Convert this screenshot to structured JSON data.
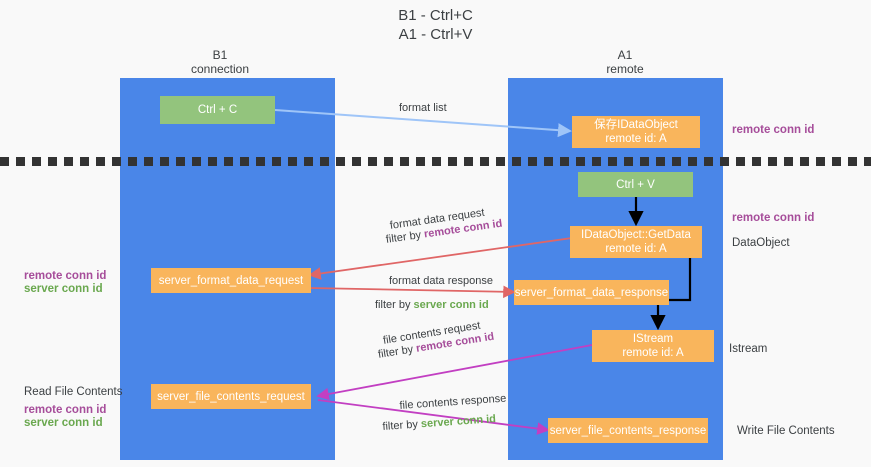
{
  "title": {
    "line1": "B1 - Ctrl+C",
    "line2": "A1 - Ctrl+V"
  },
  "columns": [
    {
      "name": "B1",
      "role": "connection"
    },
    {
      "name": "A1",
      "role": "remote"
    }
  ],
  "nodes": {
    "ctrl_c": {
      "label": "Ctrl + C",
      "color": "#93c47d"
    },
    "ctrl_v": {
      "label": "Ctrl + V",
      "color": "#93c47d"
    },
    "save_dataobject": {
      "line1": "保存IDataObject",
      "line2": "remote id: A",
      "color": "#f9b55c"
    },
    "getdata": {
      "line1": "IDataObject::GetData",
      "line2": "remote id: A",
      "color": "#f9b55c"
    },
    "istream": {
      "line1": "IStream",
      "line2": "remote id: A",
      "color": "#f9b55c"
    },
    "server_format_data_request": {
      "label": "server_format_data_request",
      "color": "#f9b55c"
    },
    "server_format_data_response": {
      "label": "server_format_data_response",
      "color": "#f9b55c"
    },
    "server_file_contents_request": {
      "label": "server_file_contents_request",
      "color": "#f9b55c"
    },
    "server_file_contents_response": {
      "label": "server_file_contents_response",
      "color": "#f9b55c"
    }
  },
  "flows": {
    "format_list": "format list",
    "format_data_request": "format data request",
    "format_data_request_filter_prefix": "filter by ",
    "format_data_request_filter_key": "remote conn id",
    "format_data_response": "format data response",
    "format_data_response_filter_prefix": "filter by ",
    "format_data_response_filter_key": "server conn id",
    "file_contents_request": "file contents request",
    "file_contents_request_filter_prefix": "filter by ",
    "file_contents_request_filter_key": "remote conn id",
    "file_contents_response": "file contents response",
    "file_contents_response_filter_prefix": "filter by ",
    "file_contents_response_filter_key": "server conn id"
  },
  "annotations": {
    "right_remote_conn_id_top": "remote conn id",
    "right_remote_conn_id_mid": "remote conn id",
    "right_dataobject": "DataObject",
    "right_istream": "Istream",
    "right_write_file_contents": "Write File Contents",
    "left_remote_conn_id": "remote conn id",
    "left_server_conn_id": "server conn id",
    "left_read_file_contents": "Read File Contents",
    "left_remote_conn_id_2": "remote conn id",
    "left_server_conn_id_2": "server conn id"
  },
  "colors": {
    "lane": "#4a86e8",
    "green_box": "#93c47d",
    "orange_box": "#f9b55c",
    "purple_text": "#a64d9a",
    "green_text": "#6aa84f",
    "arrow_blue": "#9fc5f8",
    "arrow_red": "#e06666",
    "arrow_magenta": "#c23fc2",
    "arrow_black": "#000000",
    "background": "#f9f9f9"
  }
}
